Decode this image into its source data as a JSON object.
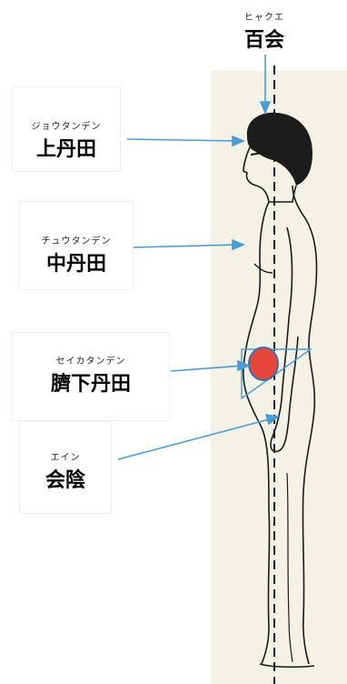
{
  "labels": [
    {
      "id": "hyakue",
      "ruby": "ヒャクエ",
      "kanji": "百会"
    },
    {
      "id": "jotanden",
      "ruby": "ジョウタンデン",
      "kanji": "上丹田"
    },
    {
      "id": "chutanden",
      "ruby": "チュウタンデン",
      "kanji": "中丹田"
    },
    {
      "id": "seikatanden",
      "ruby": "セイカタンデン",
      "kanji": "臍下丹田"
    },
    {
      "id": "ein",
      "ruby": "エイン",
      "kanji": "会陰"
    }
  ],
  "colors": {
    "arrow": "#4a9bd6",
    "tanden_marker": "#e8453c",
    "outline": "#1a1a1a"
  }
}
